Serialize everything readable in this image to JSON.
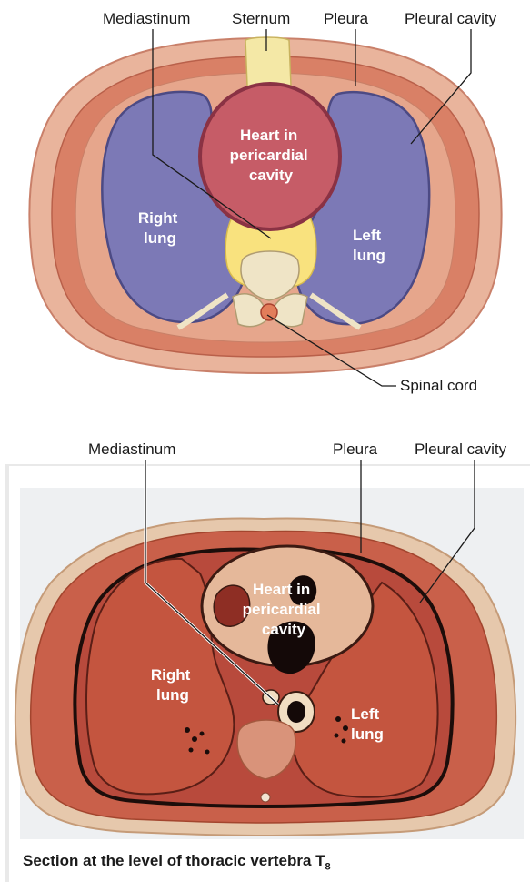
{
  "illustration": {
    "labels": {
      "mediastinum": "Mediastinum",
      "sternum": "Sternum",
      "pleura": "Pleura",
      "pleural_cavity": "Pleural cavity",
      "spinal_cord": "Spinal cord"
    },
    "inner_labels": {
      "heart": [
        "Heart in",
        "pericardial",
        "cavity"
      ],
      "right_lung": [
        "Right",
        "lung"
      ],
      "left_lung": [
        "Left",
        "lung"
      ]
    }
  },
  "photo": {
    "labels": {
      "mediastinum": "Mediastinum",
      "pleura": "Pleura",
      "pleural_cavity": "Pleural cavity"
    },
    "inner_labels": {
      "heart": [
        "Heart in",
        "pericardial",
        "cavity"
      ],
      "right_lung": [
        "Right",
        "lung"
      ],
      "left_lung": [
        "Left",
        "lung"
      ]
    }
  },
  "caption": {
    "text": "Section at the level of thoracic vertebra T",
    "subscript": "8"
  }
}
